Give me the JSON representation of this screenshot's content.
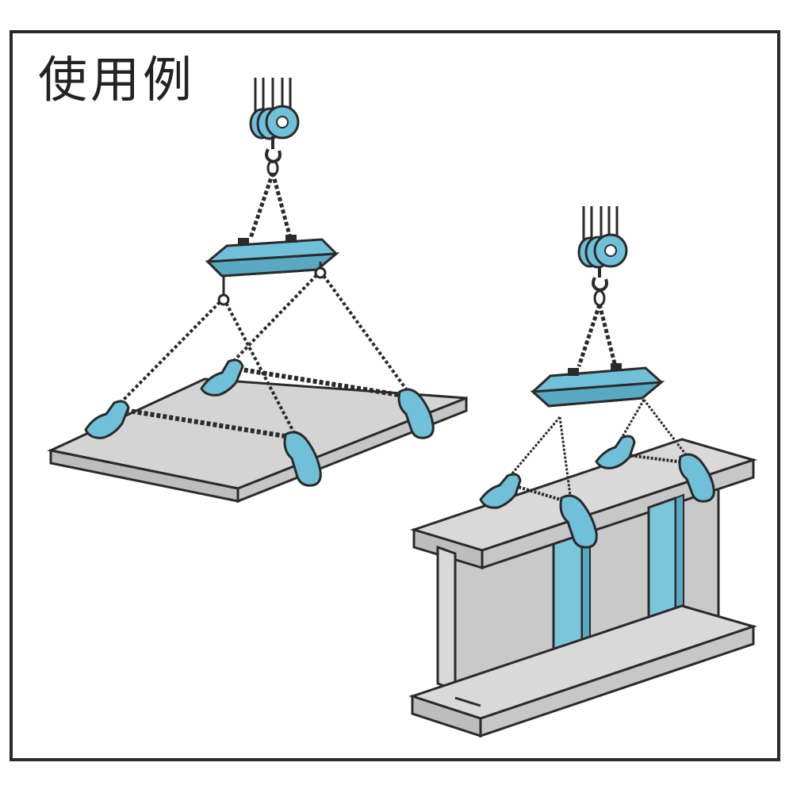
{
  "figure": {
    "title": "使用例",
    "colors": {
      "clamp_blue": "#6fc0d8",
      "outline": "#2a2a2a",
      "steel_plate": "#d6d6d6",
      "steel_beam": "#cfcfcf",
      "stiffener_blue": "#7cc6dc",
      "background": "#ffffff"
    },
    "scenes": [
      {
        "name": "plate-lifting",
        "clamps": 4,
        "icons": [
          "pulley-block-icon",
          "hook-icon",
          "spreader-beam-icon",
          "plate-clamp-icon"
        ]
      },
      {
        "name": "beam-lifting",
        "clamps": 4,
        "icons": [
          "pulley-block-icon",
          "hook-icon",
          "spreader-beam-icon",
          "plate-clamp-icon"
        ]
      }
    ]
  }
}
